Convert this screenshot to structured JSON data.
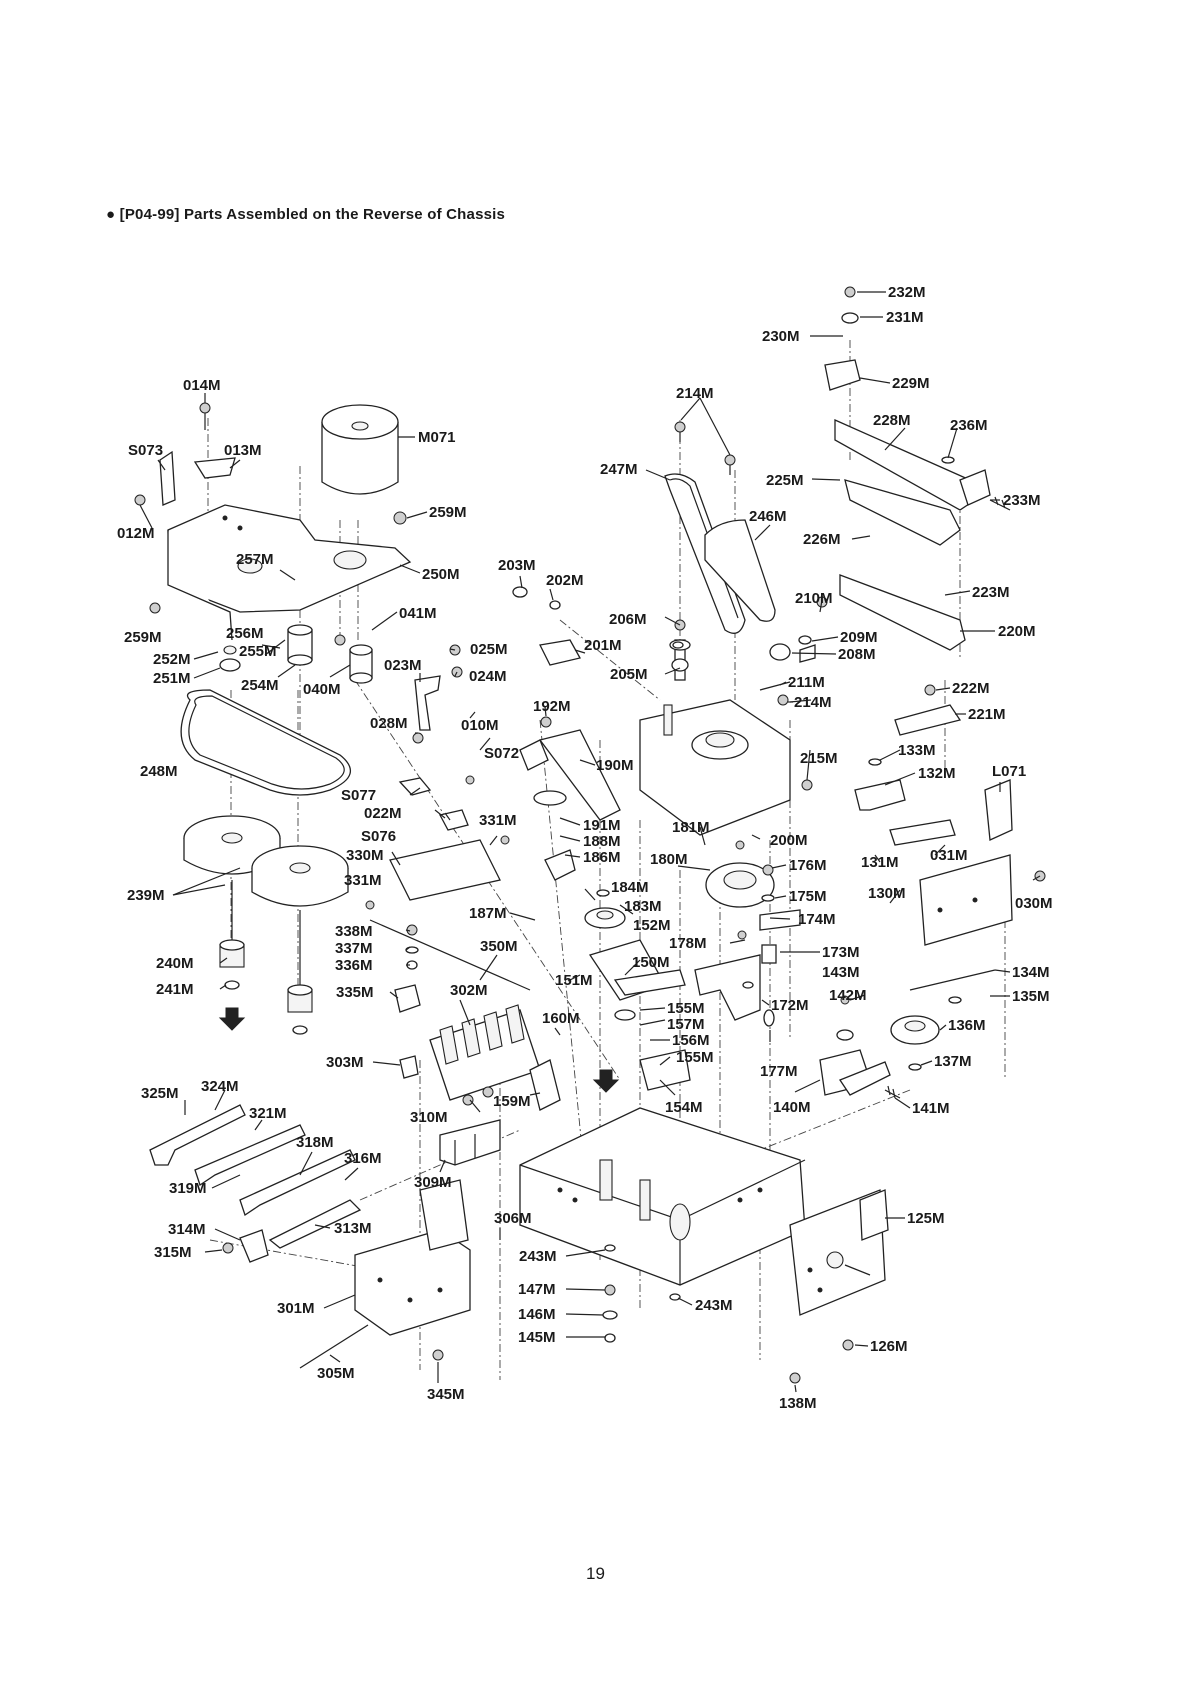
{
  "header": {
    "bullet": "●",
    "title": "[P04-99] Parts Assembled on the Reverse of Chassis"
  },
  "footer": {
    "page_number": "19"
  },
  "part_labels": [
    "232M",
    "231M",
    "230M",
    "229M",
    "228M",
    "236M",
    "225M",
    "233M",
    "226M",
    "223M",
    "220M",
    "014M",
    "S073",
    "013M",
    "012M",
    "M071",
    "259M",
    "257M",
    "250M",
    "203M",
    "202M",
    "247M",
    "214M",
    "246M",
    "210M",
    "209M",
    "208M",
    "206M",
    "201M",
    "205M",
    "211M",
    "222M",
    "221M",
    "041M",
    "256M",
    "255M",
    "252M",
    "251M",
    "254M",
    "040M",
    "023M",
    "025M",
    "024M",
    "028M",
    "010M",
    "192M",
    "S072",
    "190M",
    "215M",
    "133M",
    "132M",
    "L071",
    "248M",
    "S077",
    "022M",
    "S076",
    "331M",
    "330M",
    "191M",
    "188M",
    "186M",
    "181M",
    "180M",
    "200M",
    "176M",
    "131M",
    "031M",
    "030M",
    "184M",
    "183M",
    "175M",
    "130M",
    "174M",
    "239M",
    "187M",
    "152M",
    "178M",
    "173M",
    "338M",
    "337M",
    "336M",
    "350M",
    "150M",
    "143M",
    "134M",
    "240M",
    "241M",
    "335M",
    "302M",
    "151M",
    "155M",
    "157M",
    "172M",
    "142M",
    "135M",
    "160M",
    "156M",
    "136M",
    "137M",
    "303M",
    "155M",
    "177M",
    "325M",
    "324M",
    "321M",
    "310M",
    "159M",
    "154M",
    "140M",
    "141M",
    "318M",
    "316M",
    "309M",
    "319M",
    "306M",
    "125M",
    "314M",
    "313M",
    "315M",
    "243M",
    "147M",
    "243M",
    "301M",
    "146M",
    "145M",
    "126M",
    "305M",
    "345M",
    "138M",
    "214M",
    "331M"
  ]
}
